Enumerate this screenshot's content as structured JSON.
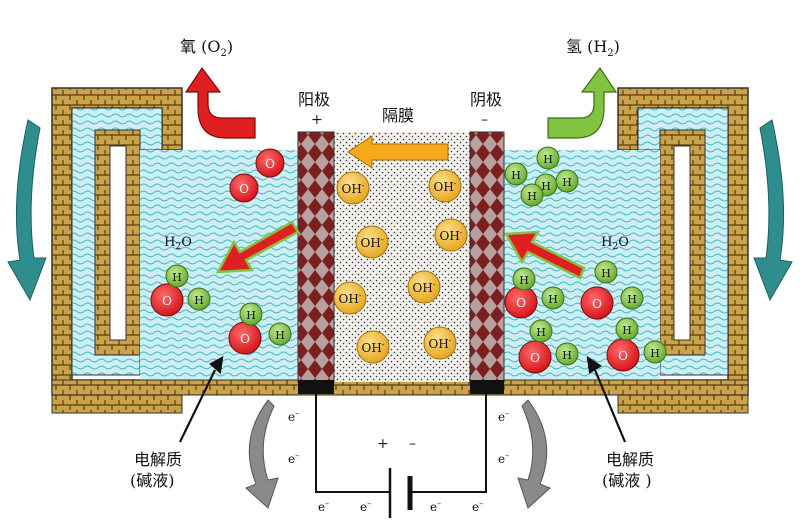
{
  "labels": {
    "oxygen_gas": "氧 (O",
    "oxygen_sub": "2",
    "oxygen_close": ")",
    "hydrogen_gas": "氢 (H",
    "hydrogen_sub": "2",
    "hydrogen_close": ")",
    "anode": "阳极",
    "anode_sign": "+",
    "cathode": "阴极",
    "cathode_sign": "–",
    "membrane": "隔膜",
    "water_left": "H",
    "water_left_sub": "2",
    "water_left_o": "O",
    "water_right": "H",
    "water_right_sub": "2",
    "water_right_o": "O",
    "electrolyte_left": "电解质",
    "electrolyte_left_note": "(碱液)",
    "electrolyte_right": "电解质",
    "electrolyte_right_note": "(碱液 )",
    "battery_plus": "+",
    "battery_minus": "–"
  },
  "ions": {
    "hydroxide": "OH",
    "hydroxide_charge": "-"
  },
  "atoms": {
    "oxygen": "O",
    "hydrogen": "H"
  },
  "electrons": {
    "symbol": "e",
    "charge": "–"
  },
  "colors": {
    "oxygen_red": "#e8131b",
    "hydrogen_green": "#7dc242",
    "hydroxide_gold": "#f4b92e",
    "electrolyte_blue": "#aee3ea",
    "wall_tan": "#c9a24a",
    "electrode_brown": "#8a2c2c",
    "flow_arrow_orange": "#f7a91b",
    "o2_arrow_red": "#e02020",
    "h2_arrow_green": "#82c341",
    "teal_arrow": "#2e8d8d",
    "gray_arrow": "#8a8a8a"
  }
}
